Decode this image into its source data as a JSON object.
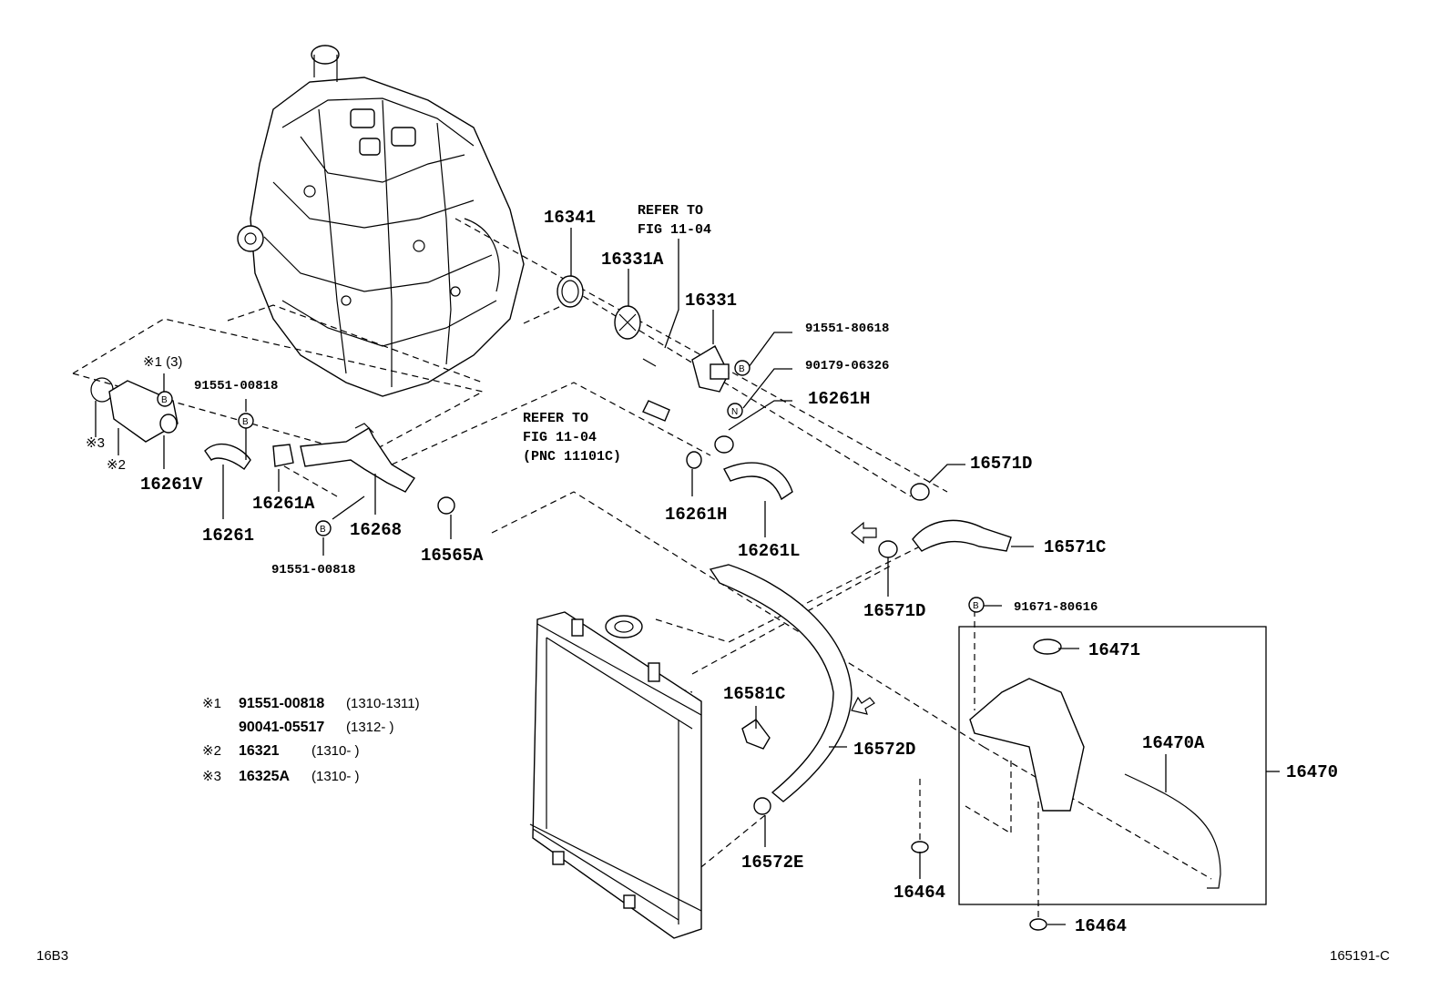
{
  "labels": {
    "p16341": "16341",
    "refer_top_1": "REFER TO",
    "refer_top_2": "FIG 11-04",
    "p16331A": "16331A",
    "p16331": "16331",
    "p91551_80618": "91551-80618",
    "p90179_06326": "90179-06326",
    "p16261H_top": "16261H",
    "refer_mid_1": "REFER TO",
    "refer_mid_2": "FIG 11-04",
    "refer_mid_3": "(PNC 11101C)",
    "p16571D_top": "16571D",
    "p16571C": "16571C",
    "p16261H_mid": "16261H",
    "p16261L": "16261L",
    "p16571D_mid": "16571D",
    "p91671_80616": "91671-80616",
    "p16471": "16471",
    "p16470A": "16470A",
    "p16470": "16470",
    "p16464_a": "16464",
    "p16464_b": "16464",
    "p16581C": "16581C",
    "p16572D": "16572D",
    "p16572E": "16572E",
    "p91551_00818_top": "91551-00818",
    "p91551_00818_bot": "91551-00818",
    "star1_3": "※1 (3)",
    "star3": "※3",
    "star2": "※2",
    "p16261V": "16261V",
    "p16261A": "16261A",
    "p16261": "16261",
    "p16268": "16268",
    "p16565A": "16565A"
  },
  "circle_marks": {
    "bolt": "B",
    "nut": "N"
  },
  "notes": {
    "n1_mark": "※1",
    "n1_part": "91551-00818",
    "n1_range": "(1310-1311)",
    "n1b_part": "90041-05517",
    "n1b_range": "(1312-      )",
    "n2_mark": "※2",
    "n2_part": "16321",
    "n2_range": "(1310-      )",
    "n3_mark": "※3",
    "n3_part": "16325A",
    "n3_range": "(1310-      )"
  },
  "corner": {
    "left": "16B3",
    "right": "165191-C"
  }
}
